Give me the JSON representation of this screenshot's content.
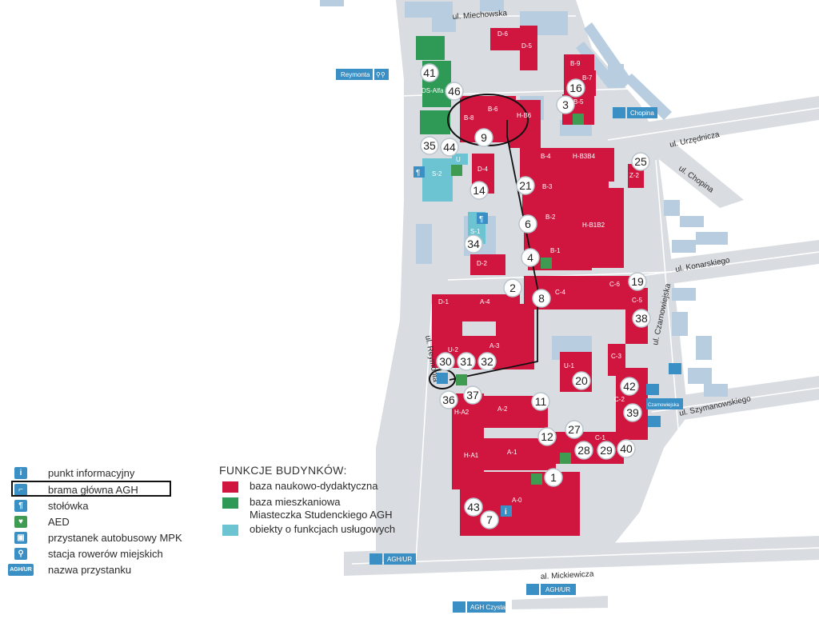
{
  "colors": {
    "research": "#d0163f",
    "residential": "#2f9a56",
    "service": "#6cc3d1",
    "road": "#d9dde1",
    "block": "#b8cde0",
    "icon": "#3a8fc4"
  },
  "streets": {
    "miechowska": "ul. Miechowska",
    "urzednicza": "ul. Urzędnicza",
    "chopina": "ul. Chopina",
    "konarskiego": "ul. Konarskiego",
    "czarnowiejska": "ul. Czarnowiejska",
    "szymanowskiego": "ul. Szymanowskiego",
    "reymonta": "ul. Reymonta",
    "mickiewicza": "al. Mickiewicza"
  },
  "stops": {
    "reymonta": "Reymonta",
    "chopina": "Chopina",
    "czarnowiejska": "Czarnowiejska",
    "agh_ur_1": "AGH/UR",
    "agh_ur_2": "AGH/UR",
    "agh_czysta": "AGH Czysta"
  },
  "buildings": {
    "d6": "D-6",
    "d5": "D-5",
    "b9": "B-9",
    "b7": "B-7",
    "b5": "B-5",
    "b8": "B-8",
    "b6": "B-6",
    "hb6": "H-B6",
    "ds_alfa": "DS-Alfa",
    "b4": "B-4",
    "hb3b4": "H-B3B4",
    "b3": "B-3",
    "z2": "Z-2",
    "s2": "S-2",
    "u": "U",
    "d4": "D-4",
    "b2": "B-2",
    "hb1b2": "H-B1B2",
    "s1": "S-1",
    "b1": "B-1",
    "d2": "D-2",
    "d1": "D-1",
    "a4": "A-4",
    "c4": "C-4",
    "c6": "C-6",
    "c5": "C-5",
    "a3": "A-3",
    "u2": "U-2",
    "c3": "C-3",
    "u1": "U-1",
    "c2": "C-2",
    "ha2": "H-A2",
    "a2": "A-2",
    "c1": "C-1",
    "ha1": "H-A1",
    "a1": "A-1",
    "a0": "A-0"
  },
  "markers": [
    "41",
    "46",
    "3",
    "16",
    "9",
    "35",
    "44",
    "25",
    "14",
    "21",
    "6",
    "34",
    "4",
    "2",
    "8",
    "19",
    "38",
    "30",
    "31",
    "32",
    "20",
    "42",
    "36",
    "37",
    "11",
    "39",
    "27",
    "12",
    "28",
    "29",
    "40",
    "1",
    "43",
    "7"
  ],
  "legend": {
    "info": "punkt informacyjny",
    "gate": "brama główna AGH",
    "canteen": "stołówka",
    "aed": "AED",
    "bus": "przystanek autobusowy MPK",
    "bike": "stacja rowerów miejskich",
    "stop_name": "nazwa przystanku",
    "stop_badge": "AGH/UR",
    "info_glyph": "i"
  },
  "functions": {
    "title": "FUNKCJE BUDYNKÓW:",
    "research": "baza naukowo-dydaktyczna",
    "residential_1": "baza mieszkaniowa",
    "residential_2": "Miasteczka Studenckiego AGH",
    "service": "obiekty o funkcjach usługowych"
  }
}
